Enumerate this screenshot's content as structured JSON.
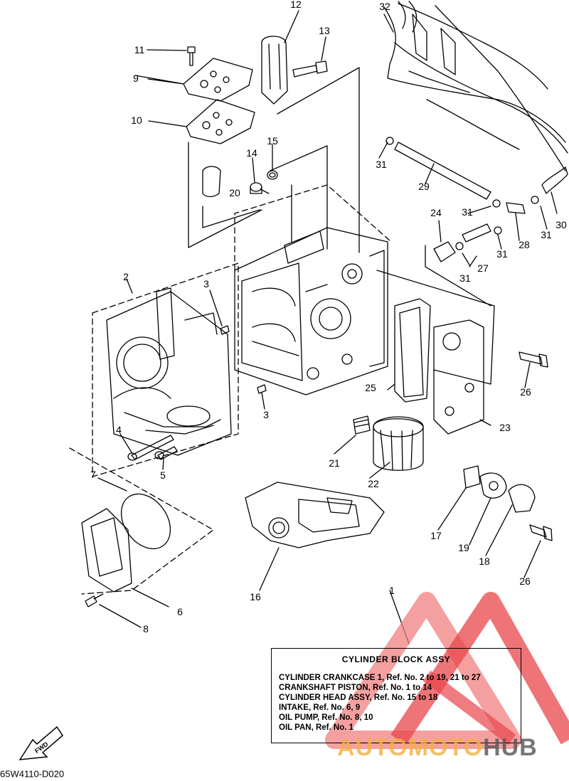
{
  "callouts": [
    "1",
    "2",
    "3",
    "3",
    "4",
    "5",
    "6",
    "7",
    "8",
    "9",
    "10",
    "11",
    "12",
    "13",
    "14",
    "15",
    "16",
    "17",
    "18",
    "19",
    "20",
    "21",
    "22",
    "23",
    "24",
    "25",
    "26",
    "26",
    "27",
    "28",
    "29",
    "30",
    "31",
    "31",
    "31",
    "31",
    "31",
    "32"
  ],
  "legend": {
    "title": "CYLINDER  BLOCK  ASSY",
    "lines": [
      "CYLINDER CRANKCASE 1, Ref. No. 2 to 19, 21 to 27",
      "CRANKSHAFT PISTON, Ref. No. 1 to 14",
      "CYLINDER HEAD ASSY, Ref. No. 15 to 18",
      "INTAKE,    Ref. No. 6, 9",
      "OIL PUMP, Ref. No. 8, 10",
      "OIL PAN,    Ref. No. 1"
    ]
  },
  "fwd_label": "FWD",
  "diagram_code": "65W4110-D020",
  "watermark": {
    "text_part1": "AUTOMOTO",
    "text_part2": "HUB",
    "color_primary": "#e8454a",
    "color_secondary": "#f5b041",
    "color_dark": "#555555"
  }
}
